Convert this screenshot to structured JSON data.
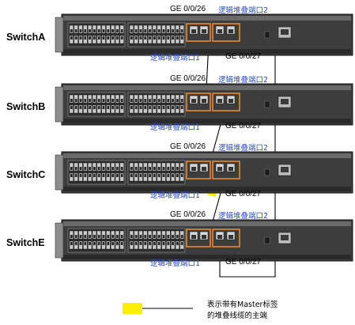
{
  "switches": [
    {
      "name": "SwitchA",
      "ge_top": "GE 0/0/26",
      "ge_bottom": "GE 0/0/27",
      "port_left": "逻辑堆叠端口1",
      "port_right": "逻辑堆叠端口2"
    },
    {
      "name": "SwitchB",
      "ge_top": "GE 0/0/26",
      "ge_bottom": "GE 0/0/27",
      "port_left": "逻辑堆叠端口1",
      "port_right": "逻辑堆叠端口2"
    },
    {
      "name": "SwitchC",
      "ge_top": "GE 0/0/26",
      "ge_bottom": "GE 0/0/27",
      "port_left": "逻辑堆叠端口1",
      "port_right": "逻辑堆叠端口2"
    },
    {
      "name": "SwitchE",
      "ge_top": "GE 0/0/26",
      "ge_bottom": "GE 0/0/27",
      "port_left": "逻辑堆叠端口1",
      "port_right": "逻辑堆叠端口2"
    }
  ],
  "legend": {
    "line1": "表示带有Master标签",
    "line2": "的堆叠线缆的主端"
  },
  "colors": {
    "chassis": "#3d3d3d",
    "chassis_light": "#6a6a6a",
    "port_highlight": "#e98a2c",
    "master_marker": "#ffee00",
    "port_label": "#2b4cc0"
  }
}
